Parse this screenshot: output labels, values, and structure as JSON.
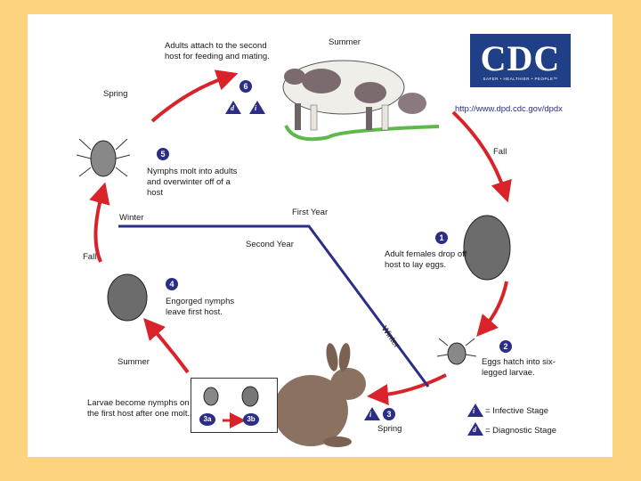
{
  "logo": {
    "text": "CDC",
    "tagline": "SAFER • HEALTHIER • PEOPLE™",
    "url": "http://www.dpd.cdc.gov/dpdx"
  },
  "seasons": {
    "summer_top": "Summer",
    "spring_top": "Spring",
    "fall_right": "Fall",
    "winter_left": "Winter",
    "fall_left": "Fall",
    "summer_left": "Summer",
    "spring_bottom": "Spring"
  },
  "year_labels": {
    "first": "First Year",
    "second": "Second Year",
    "winter_diag": "Winter"
  },
  "stages": {
    "s1": {
      "num": "1",
      "text": "Adult females drop off host to lay eggs."
    },
    "s2": {
      "num": "2",
      "text": "Eggs hatch into six-legged larvae."
    },
    "s3": {
      "num": "3"
    },
    "s4": {
      "num": "4",
      "text": "Engorged nymphs leave first host."
    },
    "s5": {
      "num": "5",
      "text": "Nymphs molt into adults and overwinter off of a host"
    },
    "s6": {
      "num": "6",
      "text": "Adults attach to the second host for feeding and mating."
    },
    "larvae": {
      "text": "Larvae become nymphs on the first host after one molt.",
      "a": "3a",
      "b": "3b"
    }
  },
  "legend": {
    "infective_symbol": "i",
    "infective_label": "= Infective Stage",
    "diagnostic_symbol": "d",
    "diagnostic_label": "= Diagnostic Stage"
  },
  "colors": {
    "arrow": "#d8232a",
    "year_line": "#2b2e84",
    "badge": "#2b2e84",
    "background": "#fcd47f"
  }
}
